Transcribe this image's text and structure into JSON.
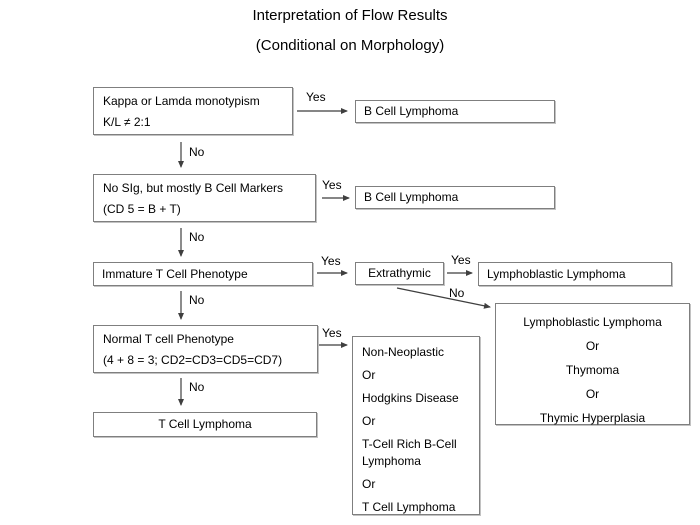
{
  "colors": {
    "background": "#ffffff",
    "box_border": "#7f7f7f",
    "text": "#000000",
    "arrow": "#3f3f3f"
  },
  "title": {
    "line1": "Interpretation of Flow Results",
    "line2": "(Conditional on Morphology)"
  },
  "nodes": {
    "kappa": {
      "line1": "Kappa or Lamda monotypism",
      "line2": "K/L ≠ 2:1"
    },
    "b_cell_lymphoma_1": {
      "label": "B Cell Lymphoma"
    },
    "sig": {
      "line1": "No SIg, but mostly B Cell Markers",
      "line2": "(CD 5 = B + T)"
    },
    "b_cell_lymphoma_2": {
      "label": "B Cell Lymphoma"
    },
    "immature_t": {
      "label": "Immature T Cell Phenotype"
    },
    "extrathymic": {
      "label": "Extrathymic"
    },
    "lymphoblastic_lymphoma": {
      "label": "Lymphoblastic Lymphoma"
    },
    "thymic_group": {
      "lines": [
        "Lymphoblastic Lymphoma",
        "Or",
        "Thymoma",
        "Or",
        "Thymic Hyperplasia"
      ]
    },
    "normal_t": {
      "line1": "Normal T cell Phenotype",
      "line2": "(4 + 8 = 3; CD2=CD3=CD5=CD7)"
    },
    "non_neoplastic_group": {
      "lines": [
        "Non-Neoplastic",
        "Or",
        "Hodgkins Disease",
        "Or",
        "T-Cell Rich B-Cell Lymphoma",
        "Or",
        "T Cell Lymphoma"
      ]
    },
    "t_cell_lymphoma": {
      "label": "T Cell Lymphoma"
    }
  },
  "edge_labels": {
    "kappa_yes": "Yes",
    "kappa_no": "No",
    "sig_yes": "Yes",
    "sig_no": "No",
    "immature_yes": "Yes",
    "immature_no": "No",
    "extrathymic_yes": "Yes",
    "extrathymic_no": "No",
    "normal_yes": "Yes",
    "normal_no": "No"
  }
}
